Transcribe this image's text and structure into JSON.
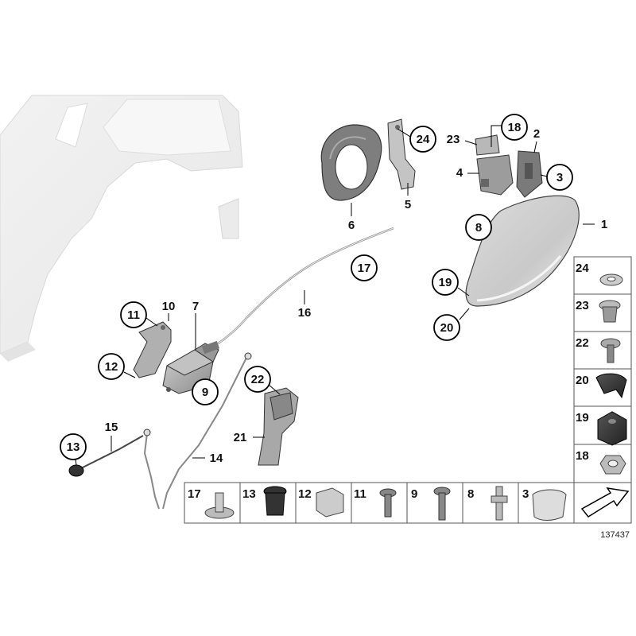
{
  "diagram": {
    "number": "137437",
    "callouts": [
      "1",
      "2",
      "3",
      "4",
      "5",
      "6",
      "7",
      "8",
      "9",
      "10",
      "11",
      "12",
      "13",
      "14",
      "15",
      "16",
      "17",
      "18",
      "19",
      "20",
      "21",
      "22",
      "23",
      "24"
    ],
    "side_table": [
      "24",
      "23",
      "22",
      "20",
      "19",
      "18"
    ],
    "bottom_table": [
      "17",
      "13",
      "12",
      "11",
      "9",
      "8",
      "3"
    ]
  },
  "icons": {
    "arrow": "arrow-icon"
  }
}
